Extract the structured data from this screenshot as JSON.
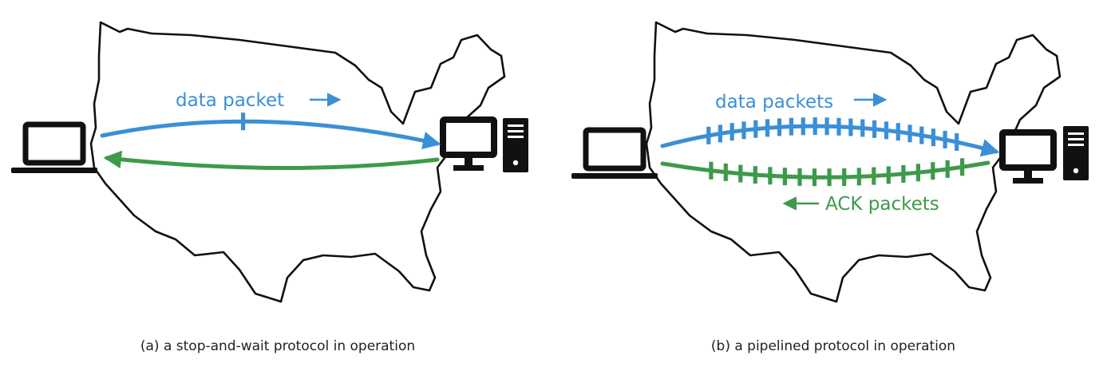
{
  "colors": {
    "data": "#3b8fd6",
    "ack": "#3d9a4a",
    "outline": "#111111"
  },
  "panel_a": {
    "data_label": "data packet",
    "caption": "(a) a stop-and-wait protocol in operation",
    "data_packet_count": 1,
    "ack_packet_count": 0
  },
  "panel_b": {
    "data_label": "data packets",
    "ack_label": "ACK packets",
    "caption": "(b) a pipelined protocol in operation",
    "data_packet_count": 22,
    "ack_packet_count": 18
  },
  "icons": [
    "laptop-icon",
    "desktop-computer-icon",
    "us-map-outline",
    "arrow-right-icon",
    "arrow-left-icon"
  ]
}
